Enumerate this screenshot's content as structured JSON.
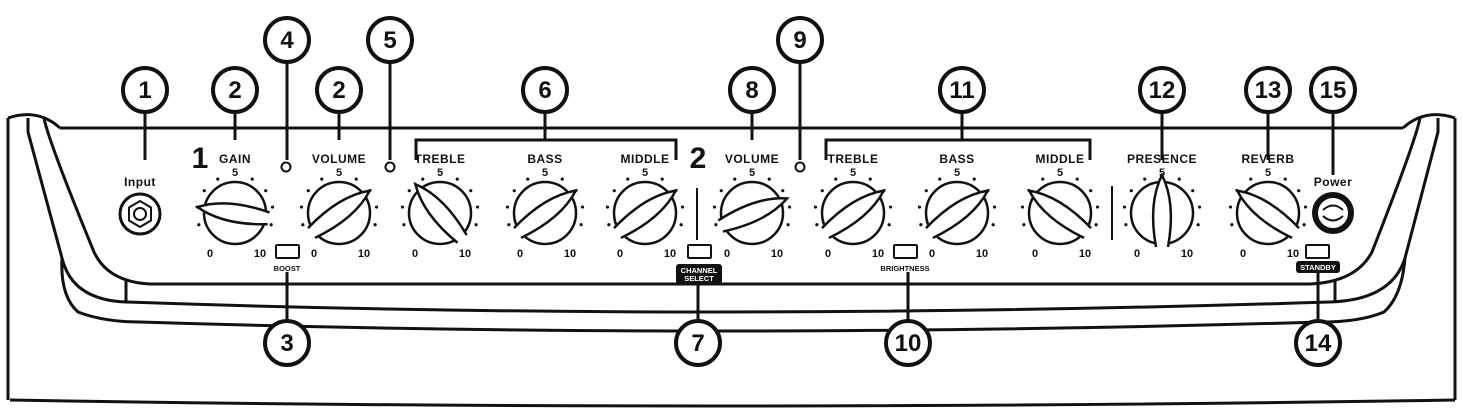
{
  "channel_numbers": [
    "1",
    "2"
  ],
  "jack_label": "Input",
  "power_label": "Power",
  "scale": {
    "low": "0",
    "mid": "5",
    "high": "10"
  },
  "knobs": [
    {
      "label": "Gain",
      "level": 0.2
    },
    {
      "label": "Volume",
      "level": 0.7
    },
    {
      "label": "Treble",
      "level": 0.35
    },
    {
      "label": "Bass",
      "level": 0.7
    },
    {
      "label": "Middle",
      "level": 0.7
    },
    {
      "label": "Volume",
      "level": 0.75
    },
    {
      "label": "Treble",
      "level": 0.7
    },
    {
      "label": "Bass",
      "level": 0.7
    },
    {
      "label": "Middle",
      "level": 0.3
    },
    {
      "label": "Presence",
      "level": 0.5
    },
    {
      "label": "Reverb",
      "level": 0.3
    }
  ],
  "switches": {
    "boost": "Boost",
    "channel_select_line1": "CHANNEL",
    "channel_select_line2": "SELECT",
    "brightness": "Brightness",
    "standby": "STANDBY"
  },
  "callouts": [
    "1",
    "2",
    "2",
    "3",
    "4",
    "5",
    "6",
    "7",
    "8",
    "9",
    "10",
    "11",
    "12",
    "13",
    "14",
    "15"
  ]
}
